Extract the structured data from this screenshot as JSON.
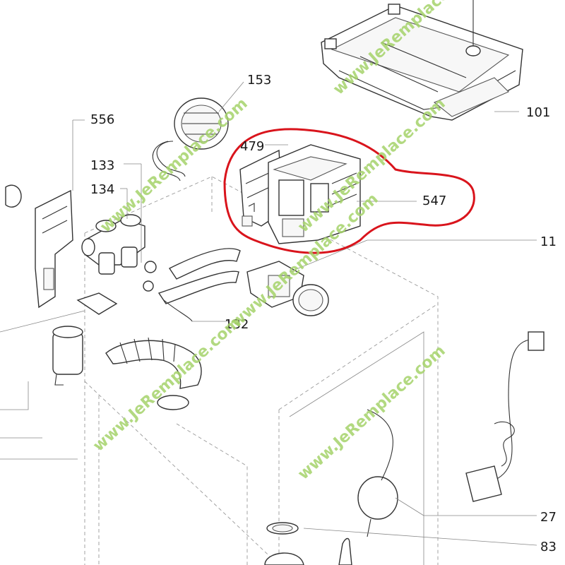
{
  "callouts": {
    "c153": "153",
    "c556": "556",
    "c133": "133",
    "c134": "134",
    "c479": "479",
    "c547": "547",
    "c101": "101",
    "c11": "11",
    "c132": "132",
    "c27": "27",
    "c83": "83"
  },
  "watermark": "www.JeRemplace.com",
  "highlight_color": "#d9141c",
  "watermark_color": "#a5d36a"
}
